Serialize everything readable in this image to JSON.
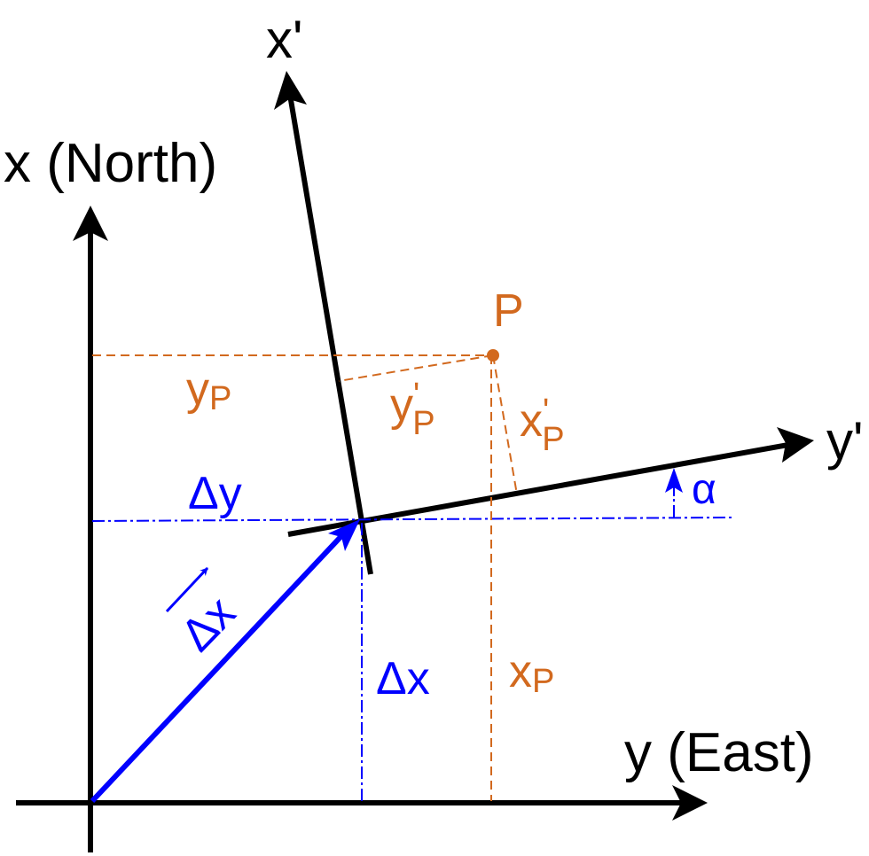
{
  "labels": {
    "x_axis": "x (North)",
    "y_axis": "y (East)",
    "x_prime_axis": "x'",
    "y_prime_axis": "y'",
    "point": "P",
    "delta_y": "Δy",
    "delta_x": "Δx",
    "vector_delta": "Δ",
    "vector_x": "x",
    "alpha": "α",
    "y_p_base": "y",
    "y_p_sub": "P",
    "x_p_base": "x",
    "x_p_sub": "P",
    "y_p_prime_base": "y",
    "y_p_prime_mark": "'",
    "y_p_prime_sub": "P",
    "x_p_prime_base": "x",
    "x_p_prime_mark": "'",
    "x_p_prime_sub": "P"
  },
  "colors": {
    "axes": "#000000",
    "point": "#d2691e",
    "translation": "#0000ff"
  }
}
